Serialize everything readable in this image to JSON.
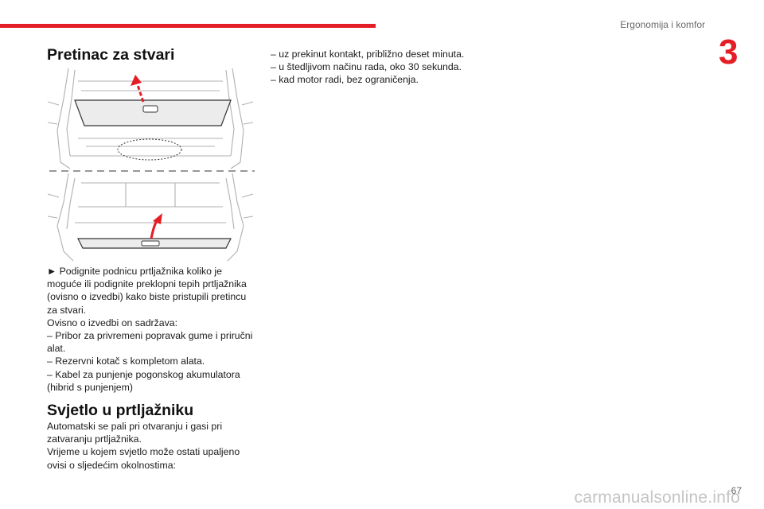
{
  "header": {
    "chapter_title": "Ergonomija i komfor",
    "chapter_number": "3",
    "accent_color": "#e41e26"
  },
  "section_storage": {
    "title": "Pretinac za stvari",
    "instruction": "► Podignite podnicu prtljažnika koliko je moguće ili podignite preklopni tepih prtljažnika (ovisno o izvedbi) kako biste pristupili pretincu za stvari.",
    "intro": "Ovisno o izvedbi on sadržava:",
    "items": [
      "– Pribor za privremeni popravak gume i priručni alat.",
      "– Rezervni kotač s kompletom alata.",
      "– Kabel za punjenje pogonskog akumulatora (hibrid s punjenjem)"
    ]
  },
  "section_light": {
    "title": "Svjetlo u prtljažniku",
    "paragraph1": "Automatski se pali pri otvaranju i gasi pri zatvaranju prtljažnika.",
    "paragraph2": "Vrijeme u kojem svjetlo može ostati upaljeno ovisi o sljedećim okolnostima:",
    "items": [
      "– uz prekinut kontakt, približno deset minuta.",
      "– u štedljivom načinu rada, oko 30 sekunda.",
      "– kad motor radi, bez ograničenja."
    ]
  },
  "footer": {
    "page_number": "67",
    "watermark": "carmanualsonline.info"
  }
}
